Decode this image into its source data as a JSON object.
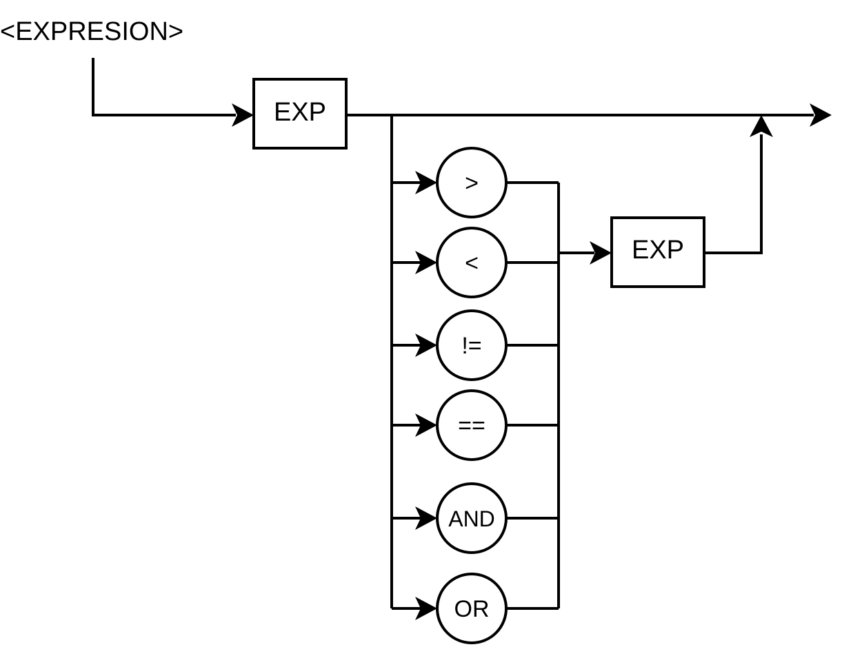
{
  "title": "<EXPRESION>",
  "nodes": {
    "exp_first": "EXP",
    "exp_second": "EXP"
  },
  "operators": [
    ">",
    "<",
    "!=",
    "==",
    "AND",
    "OR"
  ],
  "colors": {
    "stroke": "#000000",
    "fill": "#ffffff"
  }
}
